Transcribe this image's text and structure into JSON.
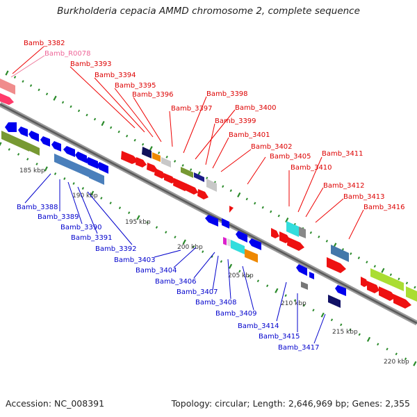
{
  "title": "Burkholderia cepacia AMMD chromosome 2, complete sequence",
  "footer": {
    "accession": "Accession: NC_008391",
    "summary": "Topology: circular; Length: 2,646,969 bp; Genes: 2,355"
  },
  "colors": {
    "forward_label": "#dd0000",
    "reverse_label": "#0000cc",
    "rna_label": "#ee6699",
    "tick": "#2a8a2a",
    "backbone": "#777777"
  },
  "ruler": [
    "185 kbp",
    "190 kbp",
    "195 kbp",
    "200 kbp",
    "205 kbp",
    "210 kbp",
    "215 kbp",
    "220 kbp"
  ],
  "labels": {
    "forward": [
      "Bamb_3382",
      "Bamb_3393",
      "Bamb_3394",
      "Bamb_3395",
      "Bamb_3396",
      "Bamb_3397",
      "Bamb_3398",
      "Bamb_3399",
      "Bamb_3400",
      "Bamb_3401",
      "Bamb_3402",
      "Bamb_3405",
      "Bamb_3410",
      "Bamb_3411",
      "Bamb_3412",
      "Bamb_3413",
      "Bamb_3416"
    ],
    "rna": [
      "Bamb_R0078"
    ],
    "reverse": [
      "Bamb_3388",
      "Bamb_3389",
      "Bamb_3390",
      "Bamb_3391",
      "Bamb_3392",
      "Bamb_3403",
      "Bamb_3404",
      "Bamb_3406",
      "Bamb_3407",
      "Bamb_3408",
      "Bamb_3409",
      "Bamb_3414",
      "Bamb_3415",
      "Bamb_3417"
    ]
  }
}
